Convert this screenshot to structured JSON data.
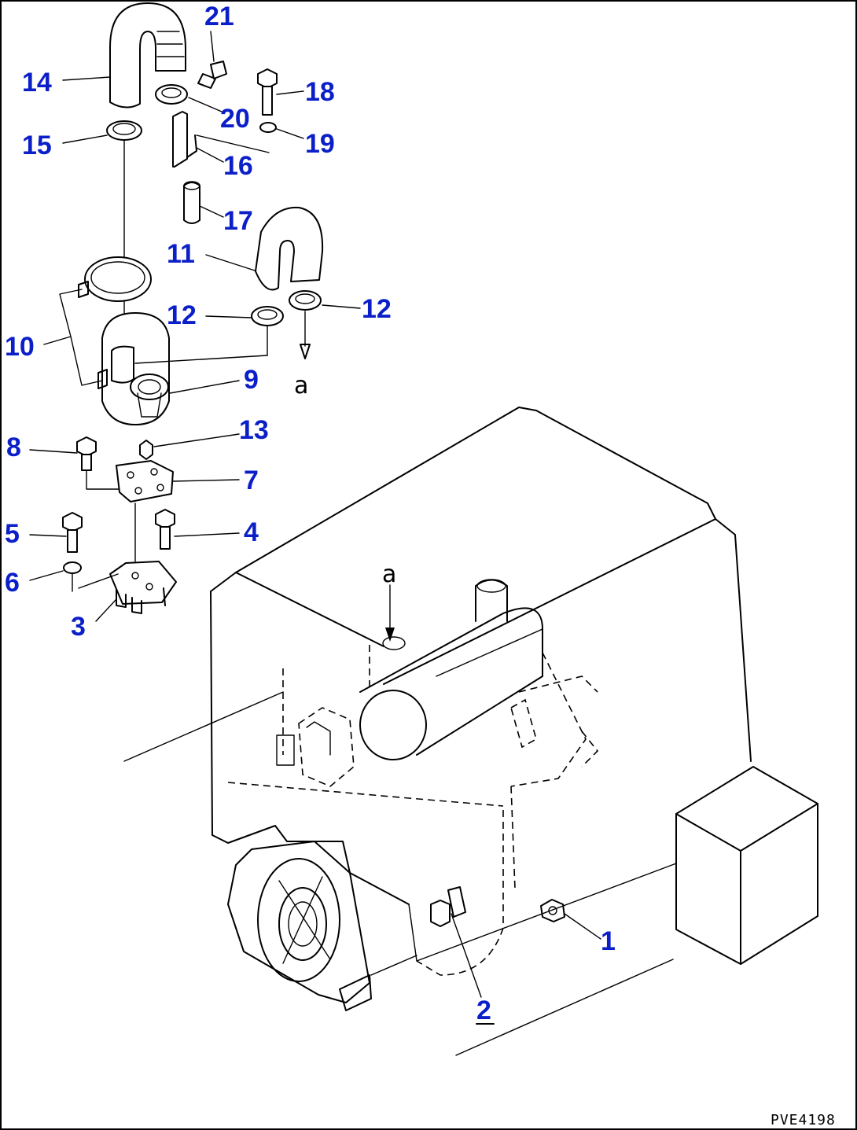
{
  "callouts": [
    {
      "id": "1",
      "label": "1"
    },
    {
      "id": "2",
      "label": "2"
    },
    {
      "id": "3",
      "label": "3"
    },
    {
      "id": "4",
      "label": "4"
    },
    {
      "id": "5",
      "label": "5"
    },
    {
      "id": "6",
      "label": "6"
    },
    {
      "id": "7",
      "label": "7"
    },
    {
      "id": "8",
      "label": "8"
    },
    {
      "id": "9",
      "label": "9"
    },
    {
      "id": "10",
      "label": "10"
    },
    {
      "id": "11",
      "label": "11"
    },
    {
      "id": "12a",
      "label": "12"
    },
    {
      "id": "12b",
      "label": "12"
    },
    {
      "id": "13",
      "label": "13"
    },
    {
      "id": "14",
      "label": "14"
    },
    {
      "id": "15",
      "label": "15"
    },
    {
      "id": "16",
      "label": "16"
    },
    {
      "id": "17",
      "label": "17"
    },
    {
      "id": "18",
      "label": "18"
    },
    {
      "id": "19",
      "label": "19"
    },
    {
      "id": "20",
      "label": "20"
    },
    {
      "id": "21",
      "label": "21"
    }
  ],
  "reference_marks": {
    "upper": "a",
    "lower": "a"
  },
  "drawing_code": "PVE4198",
  "colors": {
    "callout": "#0b1fc8",
    "line": "#000000",
    "background": "#ffffff"
  }
}
